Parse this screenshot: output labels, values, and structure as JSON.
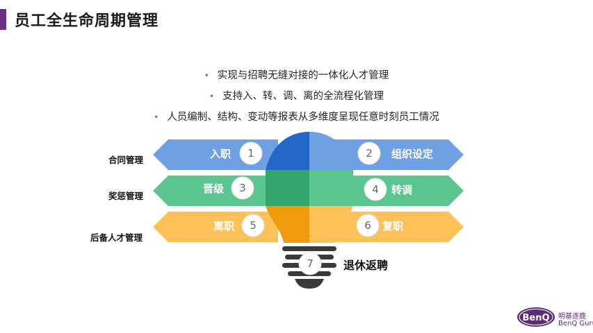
{
  "page": {
    "title": "员工全生命周期管理",
    "bullets": [
      "实现与招聘无缝对接的一体化人才管理",
      "支持入、转、调、离的全流程化管理",
      "人员编制、结构、变动等报表从多维度呈现任意时刻员工情况"
    ]
  },
  "categories": {
    "row1": "合同管理",
    "row2": "奖惩管理",
    "row3": "后备人才管理"
  },
  "stages": {
    "s1": {
      "label": "入职",
      "num": "1"
    },
    "s2": {
      "label": "组织设定",
      "num": "2"
    },
    "s3": {
      "label": "晋级",
      "num": "3"
    },
    "s4": {
      "label": "转调",
      "num": "4"
    },
    "s5": {
      "label": "离职",
      "num": "5"
    },
    "s6": {
      "label": "复职",
      "num": "6"
    },
    "s7": {
      "label": "退休返聘",
      "num": "7"
    }
  },
  "brand": {
    "logo_text": "BenQ",
    "name_cn": "明基逐鹿",
    "name_en": "BenQ Guru"
  },
  "colors": {
    "title_accent": "#6b2d83",
    "blue_arrow": "#6fa0e4",
    "blue_bulb": "#2368c9",
    "green_arrow": "#5bc68f",
    "green_bulb": "#33a66c",
    "orange_arrow": "#ffc158",
    "orange_bulb": "#f19a0c",
    "bulb_base": "#3a3a3a",
    "brand": "#6b2d83"
  }
}
